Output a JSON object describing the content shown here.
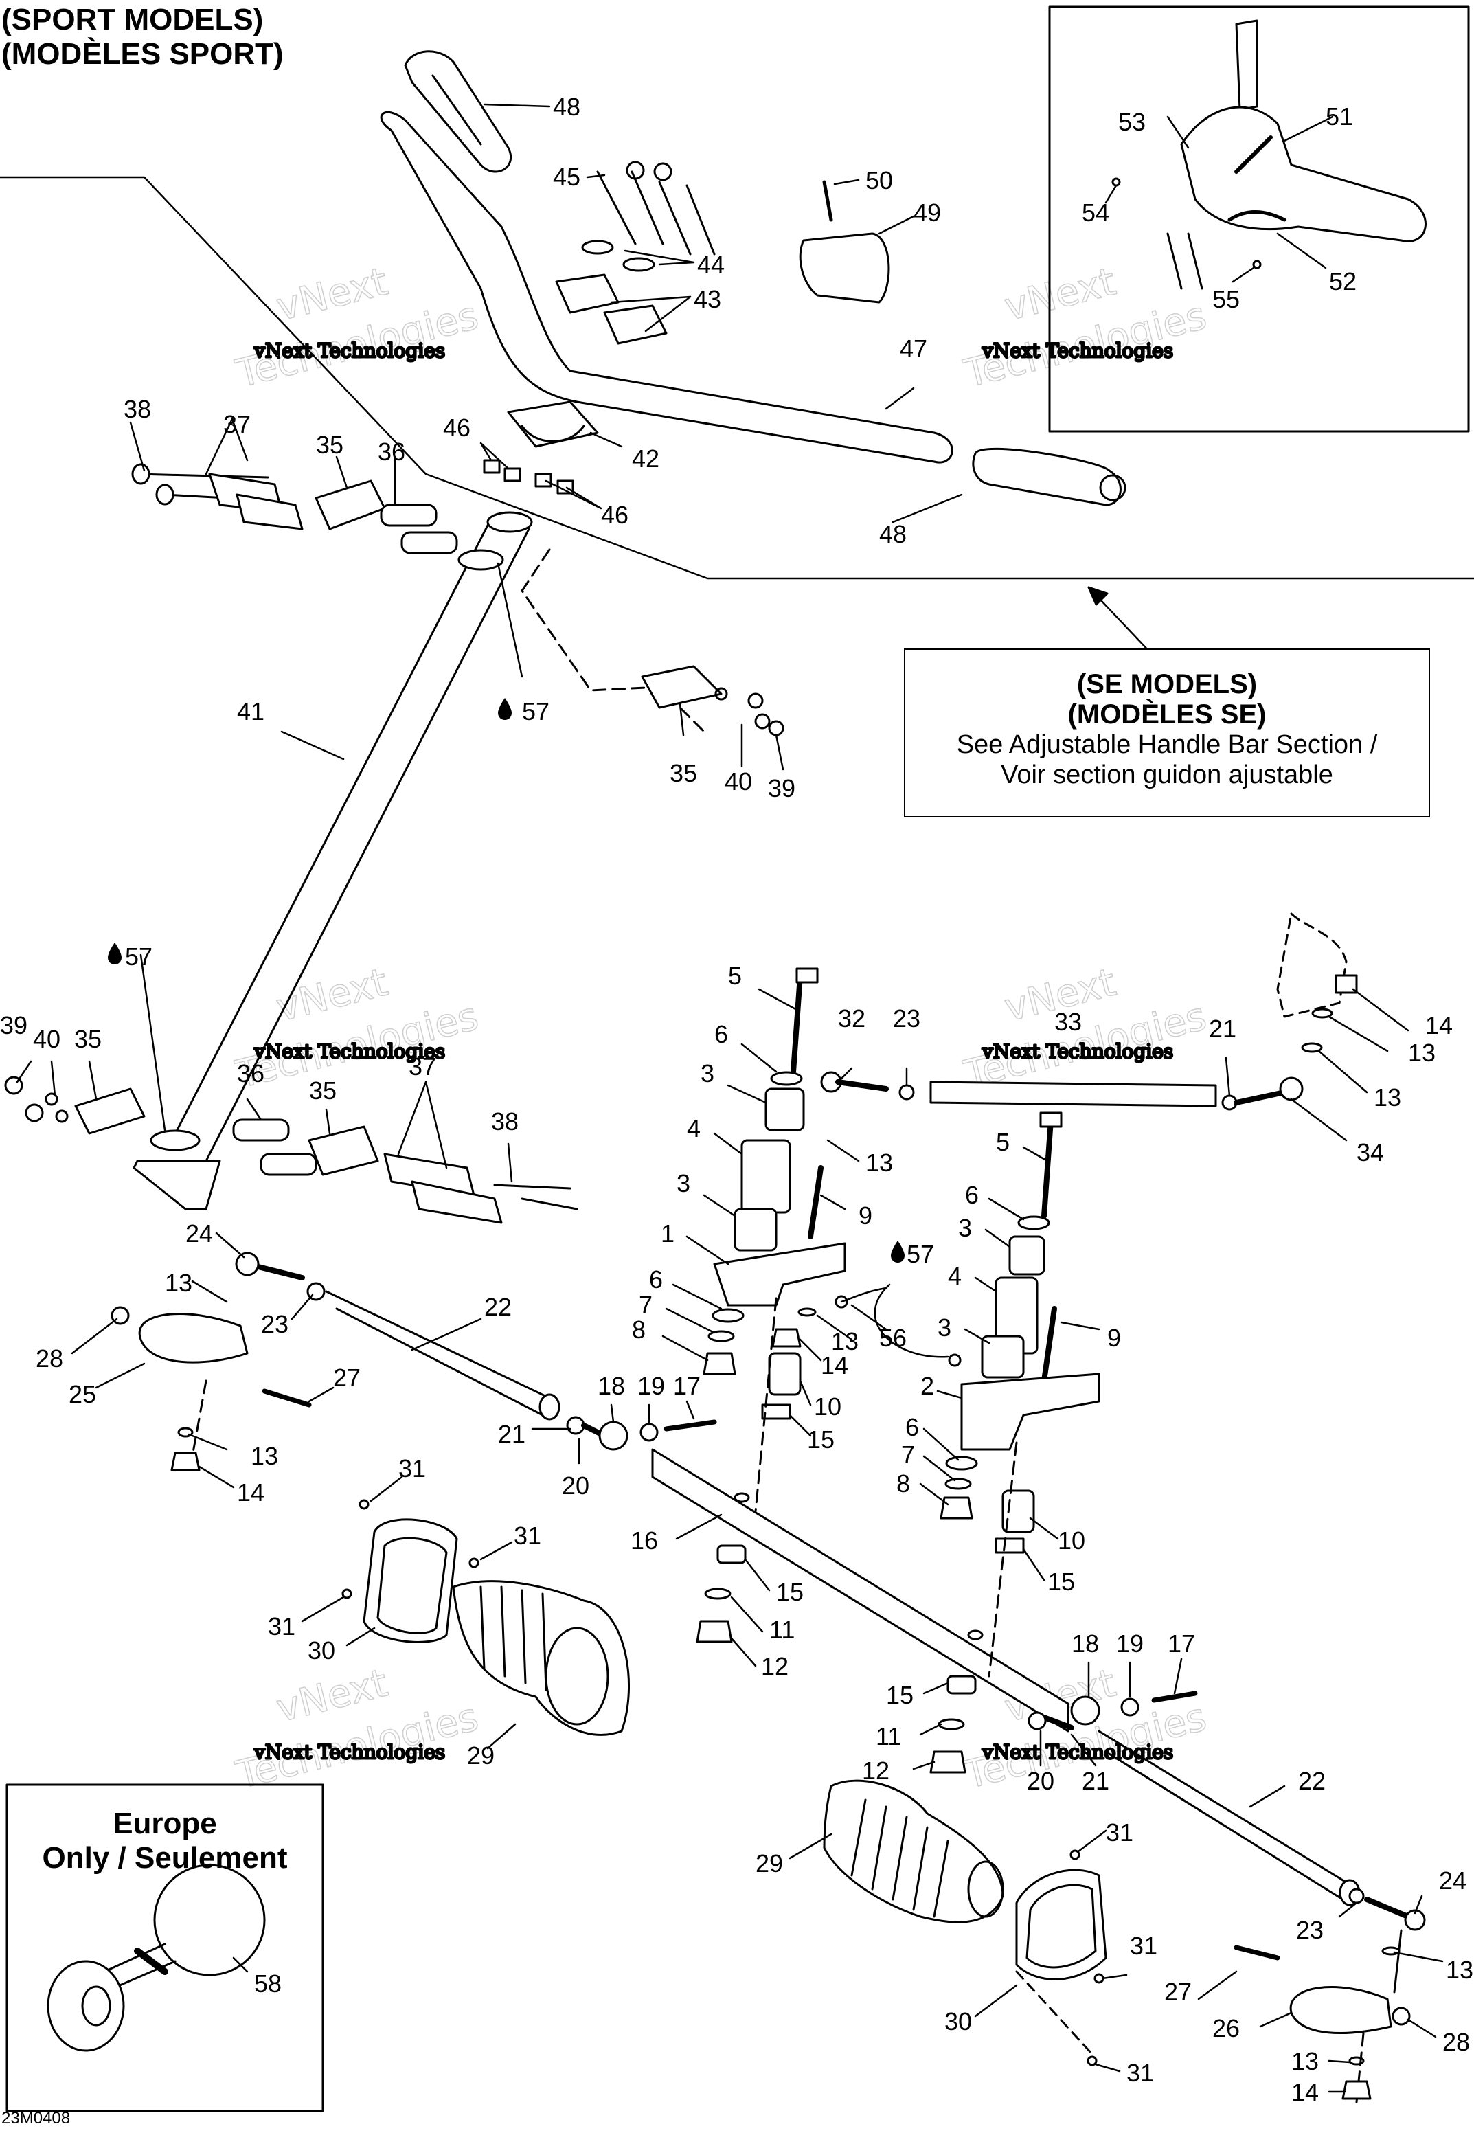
{
  "headings": {
    "sport_en": "(SPORT MODELS)",
    "sport_fr": "(MODÈLES SPORT)"
  },
  "se_box": {
    "title_en": "(SE MODELS)",
    "title_fr": "(MODÈLES SE)",
    "line1": "See Adjustable Handle Bar Section /",
    "line2": "Voir section guidon ajustable"
  },
  "europe_box": {
    "line1": "Europe",
    "line2": "Only / Seulement"
  },
  "watermark": {
    "company": "vNext Technologies",
    "big_top": "vNext",
    "big_bottom": "Technologies"
  },
  "figure_code": "23M0408",
  "drop_icon": "oil-drop-icon",
  "part_labels": [
    {
      "id": "48a",
      "text": "48"
    },
    {
      "id": "45",
      "text": "45"
    },
    {
      "id": "44",
      "text": "44"
    },
    {
      "id": "43",
      "text": "43"
    },
    {
      "id": "50",
      "text": "50"
    },
    {
      "id": "49",
      "text": "49"
    },
    {
      "id": "53",
      "text": "53"
    },
    {
      "id": "51",
      "text": "51"
    },
    {
      "id": "54",
      "text": "54"
    },
    {
      "id": "52",
      "text": "52"
    },
    {
      "id": "55",
      "text": "55"
    },
    {
      "id": "47",
      "text": "47"
    },
    {
      "id": "38a",
      "text": "38"
    },
    {
      "id": "37a",
      "text": "37"
    },
    {
      "id": "35a",
      "text": "35"
    },
    {
      "id": "36a",
      "text": "36"
    },
    {
      "id": "46a",
      "text": "46"
    },
    {
      "id": "42",
      "text": "42"
    },
    {
      "id": "46b",
      "text": "46"
    },
    {
      "id": "48b",
      "text": "48"
    },
    {
      "id": "41",
      "text": "41"
    },
    {
      "id": "57a",
      "text": "57"
    },
    {
      "id": "35b",
      "text": "35"
    },
    {
      "id": "40a",
      "text": "40"
    },
    {
      "id": "39a",
      "text": "39"
    },
    {
      "id": "57b",
      "text": "57"
    },
    {
      "id": "39b",
      "text": "39"
    },
    {
      "id": "40b",
      "text": "40"
    },
    {
      "id": "35c",
      "text": "35"
    },
    {
      "id": "36b",
      "text": "36"
    },
    {
      "id": "35d",
      "text": "35"
    },
    {
      "id": "37b",
      "text": "37"
    },
    {
      "id": "38b",
      "text": "38"
    },
    {
      "id": "5a",
      "text": "5"
    },
    {
      "id": "6a",
      "text": "6"
    },
    {
      "id": "32",
      "text": "32"
    },
    {
      "id": "23a",
      "text": "23"
    },
    {
      "id": "33",
      "text": "33"
    },
    {
      "id": "21a",
      "text": "21"
    },
    {
      "id": "14a",
      "text": "14"
    },
    {
      "id": "13a",
      "text": "13"
    },
    {
      "id": "13b",
      "text": "13"
    },
    {
      "id": "34",
      "text": "34"
    },
    {
      "id": "3a",
      "text": "3"
    },
    {
      "id": "4a",
      "text": "4"
    },
    {
      "id": "13c",
      "text": "13"
    },
    {
      "id": "3b",
      "text": "3"
    },
    {
      "id": "9a",
      "text": "9"
    },
    {
      "id": "5b",
      "text": "5"
    },
    {
      "id": "6b",
      "text": "6"
    },
    {
      "id": "3c",
      "text": "3"
    },
    {
      "id": "4b",
      "text": "4"
    },
    {
      "id": "1",
      "text": "1"
    },
    {
      "id": "57c",
      "text": "57"
    },
    {
      "id": "6c",
      "text": "6"
    },
    {
      "id": "7a",
      "text": "7"
    },
    {
      "id": "8a",
      "text": "8"
    },
    {
      "id": "13d",
      "text": "13"
    },
    {
      "id": "14b",
      "text": "14"
    },
    {
      "id": "56",
      "text": "56"
    },
    {
      "id": "3d",
      "text": "3"
    },
    {
      "id": "9b",
      "text": "9"
    },
    {
      "id": "24a",
      "text": "24"
    },
    {
      "id": "13e",
      "text": "13"
    },
    {
      "id": "23b",
      "text": "23"
    },
    {
      "id": "22a",
      "text": "22"
    },
    {
      "id": "28a",
      "text": "28"
    },
    {
      "id": "25",
      "text": "25"
    },
    {
      "id": "27a",
      "text": "27"
    },
    {
      "id": "13f",
      "text": "13"
    },
    {
      "id": "14c",
      "text": "14"
    },
    {
      "id": "18a",
      "text": "18"
    },
    {
      "id": "19a",
      "text": "19"
    },
    {
      "id": "17a",
      "text": "17"
    },
    {
      "id": "21b",
      "text": "21"
    },
    {
      "id": "20a",
      "text": "20"
    },
    {
      "id": "10a",
      "text": "10"
    },
    {
      "id": "15a",
      "text": "15"
    },
    {
      "id": "2",
      "text": "2"
    },
    {
      "id": "6d",
      "text": "6"
    },
    {
      "id": "7b",
      "text": "7"
    },
    {
      "id": "8b",
      "text": "8"
    },
    {
      "id": "10b",
      "text": "10"
    },
    {
      "id": "15b",
      "text": "15"
    },
    {
      "id": "31a",
      "text": "31"
    },
    {
      "id": "31b",
      "text": "31"
    },
    {
      "id": "16",
      "text": "16"
    },
    {
      "id": "15c",
      "text": "15"
    },
    {
      "id": "11a",
      "text": "11"
    },
    {
      "id": "12a",
      "text": "12"
    },
    {
      "id": "31c",
      "text": "31"
    },
    {
      "id": "30a",
      "text": "30"
    },
    {
      "id": "29a",
      "text": "29"
    },
    {
      "id": "18b",
      "text": "18"
    },
    {
      "id": "19b",
      "text": "19"
    },
    {
      "id": "17b",
      "text": "17"
    },
    {
      "id": "15d",
      "text": "15"
    },
    {
      "id": "11b",
      "text": "11"
    },
    {
      "id": "12b",
      "text": "12"
    },
    {
      "id": "20b",
      "text": "20"
    },
    {
      "id": "21c",
      "text": "21"
    },
    {
      "id": "22b",
      "text": "22"
    },
    {
      "id": "31d",
      "text": "31"
    },
    {
      "id": "29b",
      "text": "29"
    },
    {
      "id": "24b",
      "text": "24"
    },
    {
      "id": "23c",
      "text": "23"
    },
    {
      "id": "31e",
      "text": "31"
    },
    {
      "id": "27b",
      "text": "27"
    },
    {
      "id": "13g",
      "text": "13"
    },
    {
      "id": "26",
      "text": "26"
    },
    {
      "id": "28b",
      "text": "28"
    },
    {
      "id": "30b",
      "text": "30"
    },
    {
      "id": "13h",
      "text": "13"
    },
    {
      "id": "14d",
      "text": "14"
    },
    {
      "id": "31f",
      "text": "31"
    },
    {
      "id": "58",
      "text": "58"
    }
  ]
}
